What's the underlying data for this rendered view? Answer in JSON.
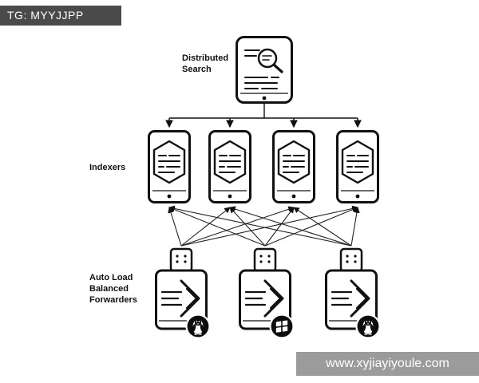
{
  "watermark_top": {
    "text": "TG: MYYJJPP",
    "bg": "#4a4a4a",
    "fg": "#ffffff"
  },
  "watermark_bottom": {
    "text": "www.xyjiayiyoule.com",
    "bg": "#9b9b9b",
    "fg": "#ffffff"
  },
  "diagram": {
    "search_head_label": {
      "line1": "Distributed",
      "line2": "Search"
    },
    "indexers_label": "Indexers",
    "forwarders_label": {
      "line1": "Auto Load",
      "line2": "Balanced",
      "line3": "Forwarders"
    },
    "node_counts": {
      "search_heads": 1,
      "indexers": 4,
      "forwarders": 3
    },
    "forwarder_os_badges": [
      "linux",
      "windows",
      "linux"
    ],
    "icon_names": [
      "distributed-search-icon",
      "indexer-icon",
      "forwarder-icon",
      "tux-badge-icon",
      "windows-badge-icon"
    ],
    "stroke_color": "#111111",
    "background": "#ffffff"
  }
}
